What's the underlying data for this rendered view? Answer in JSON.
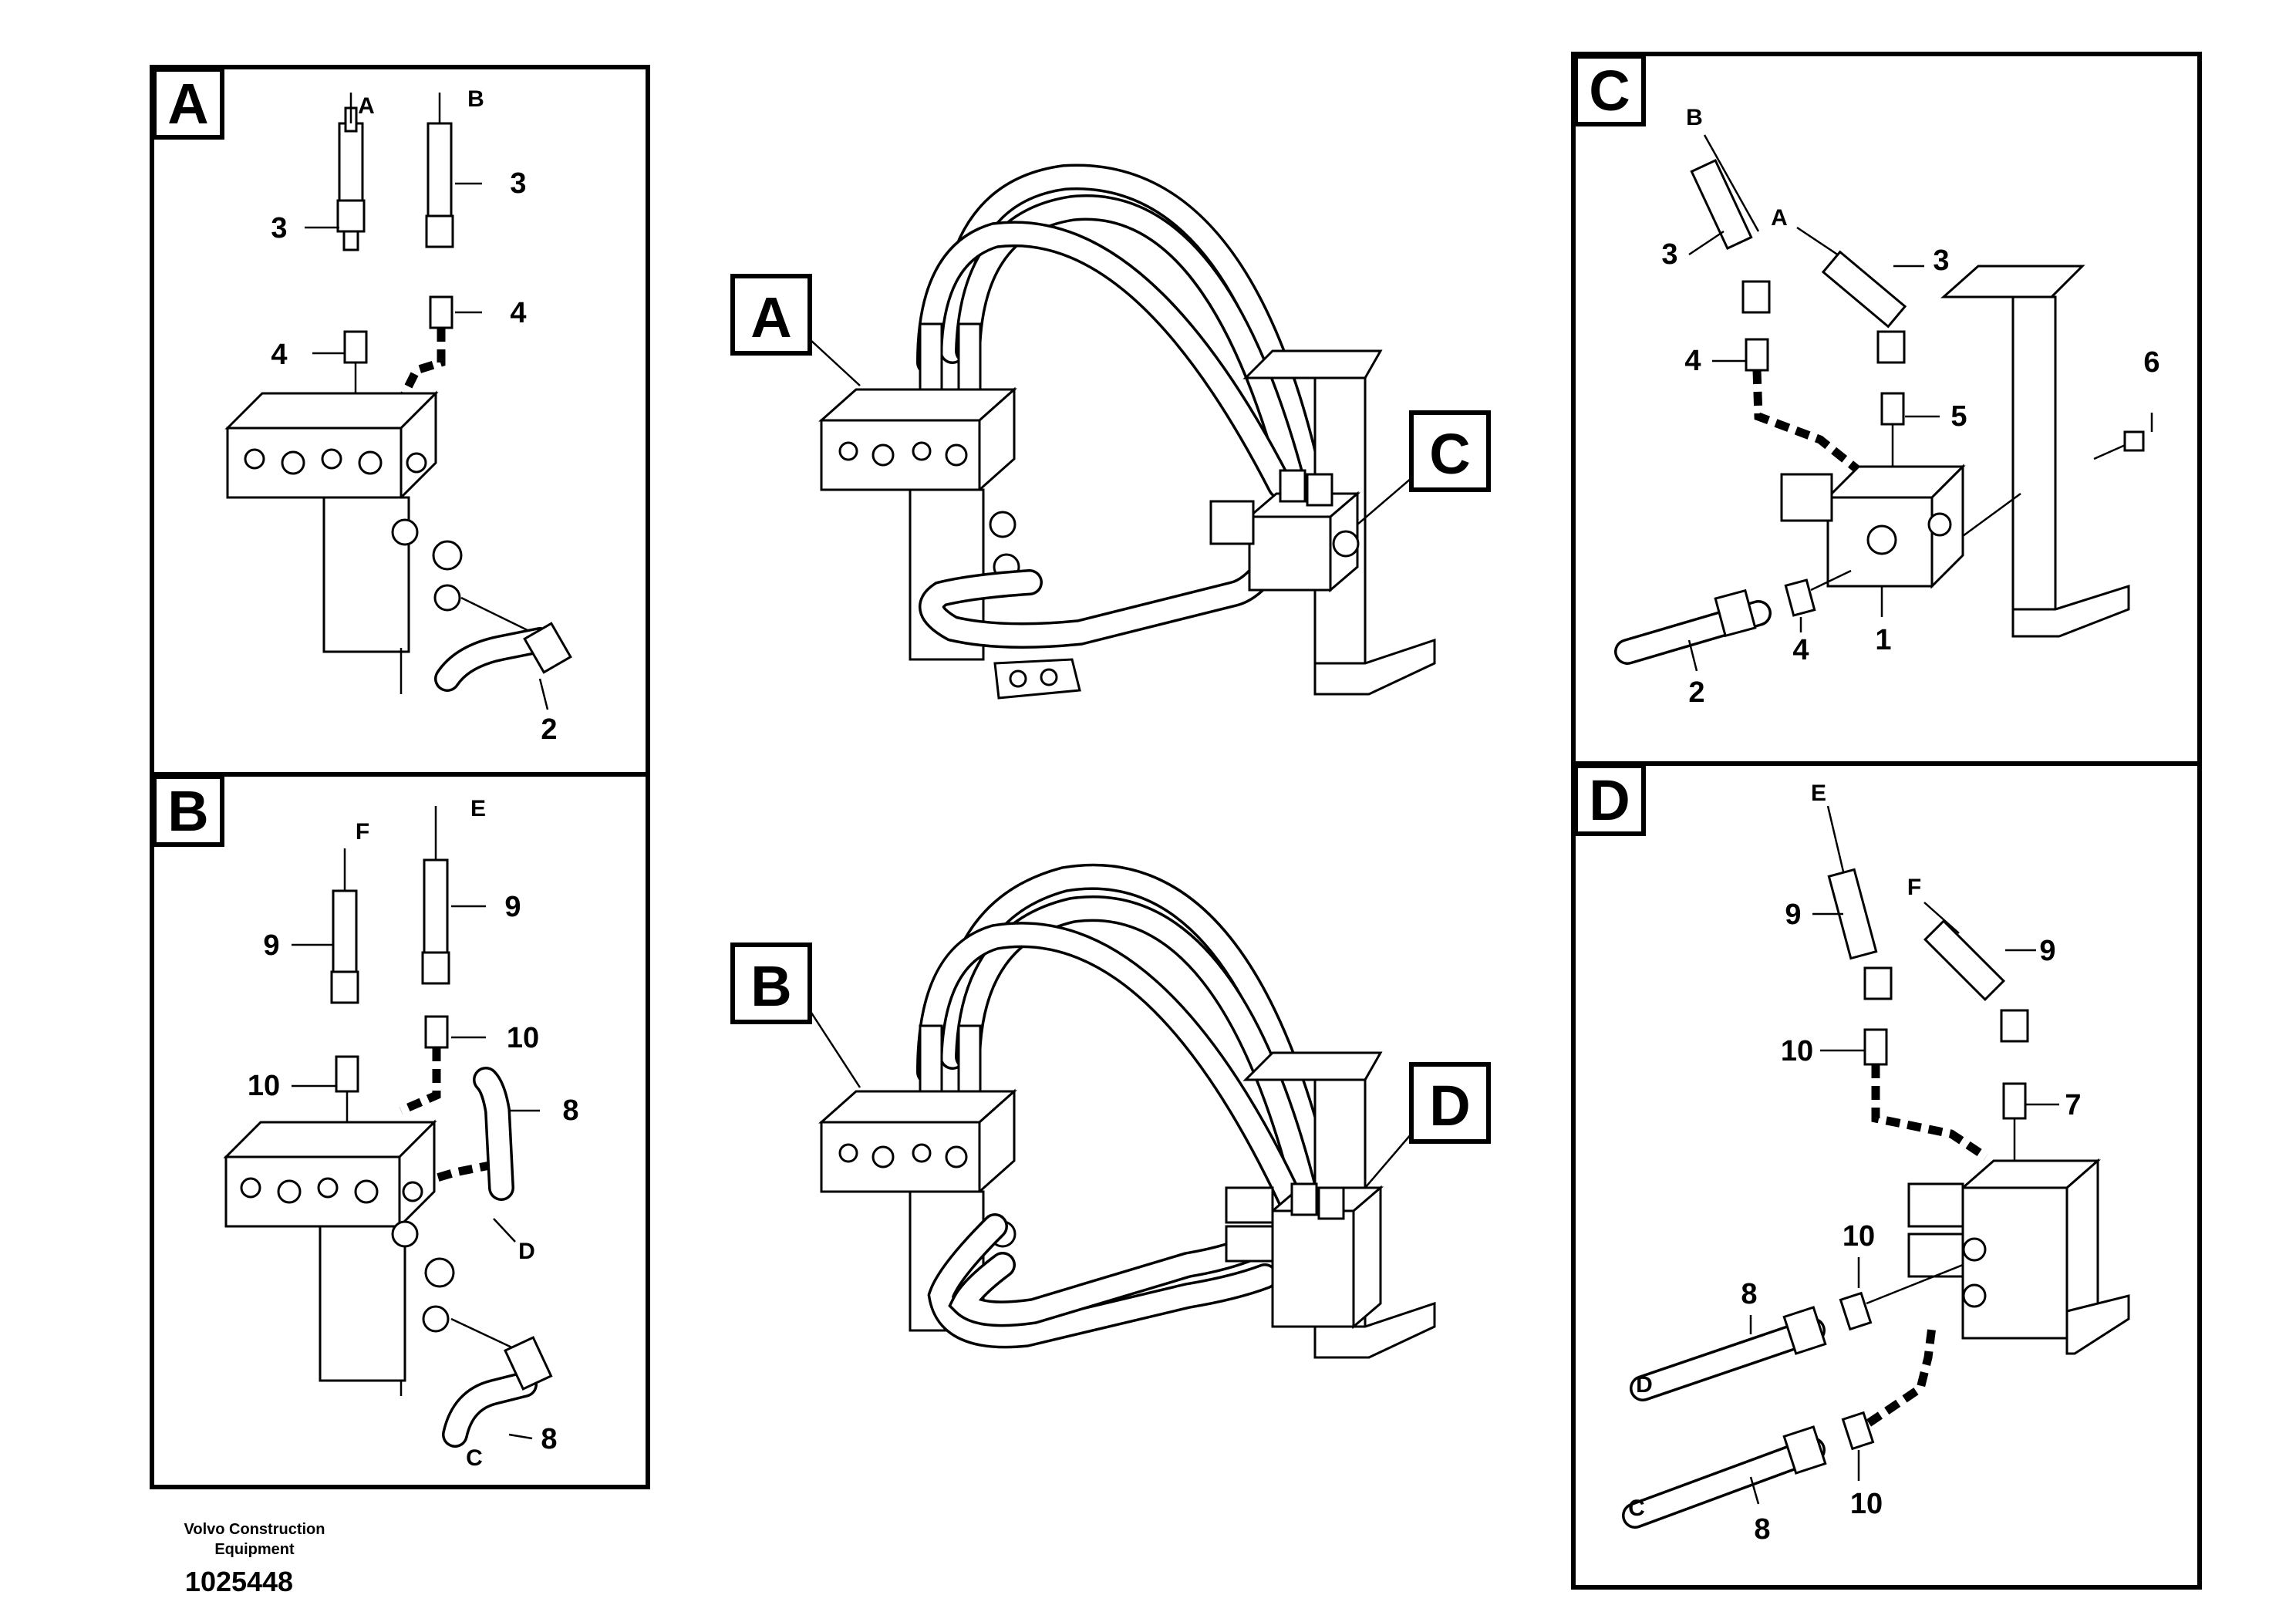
{
  "footer": {
    "brand_line1": "Volvo Construction",
    "brand_line2": "Equipment",
    "document_number": "1025448"
  },
  "panels": {
    "A": {
      "tag": "A",
      "hose_ends": [
        "A",
        "B"
      ],
      "callouts": [
        "3",
        "3",
        "4",
        "4",
        "2"
      ]
    },
    "B": {
      "tag": "B",
      "hose_ends": [
        "F",
        "E",
        "D",
        "C"
      ],
      "callouts": [
        "9",
        "9",
        "10",
        "10",
        "8",
        "8"
      ]
    },
    "C": {
      "tag": "C",
      "hose_ends": [
        "B",
        "A"
      ],
      "callouts": [
        "3",
        "3",
        "4",
        "5",
        "6",
        "4",
        "1",
        "2"
      ]
    },
    "D": {
      "tag": "D",
      "hose_ends": [
        "E",
        "F",
        "D",
        "C"
      ],
      "callouts": [
        "9",
        "9",
        "10",
        "7",
        "10",
        "8",
        "8",
        "10"
      ]
    }
  },
  "overview": {
    "top_tags": [
      "A",
      "C"
    ],
    "bottom_tags": [
      "B",
      "D"
    ]
  }
}
